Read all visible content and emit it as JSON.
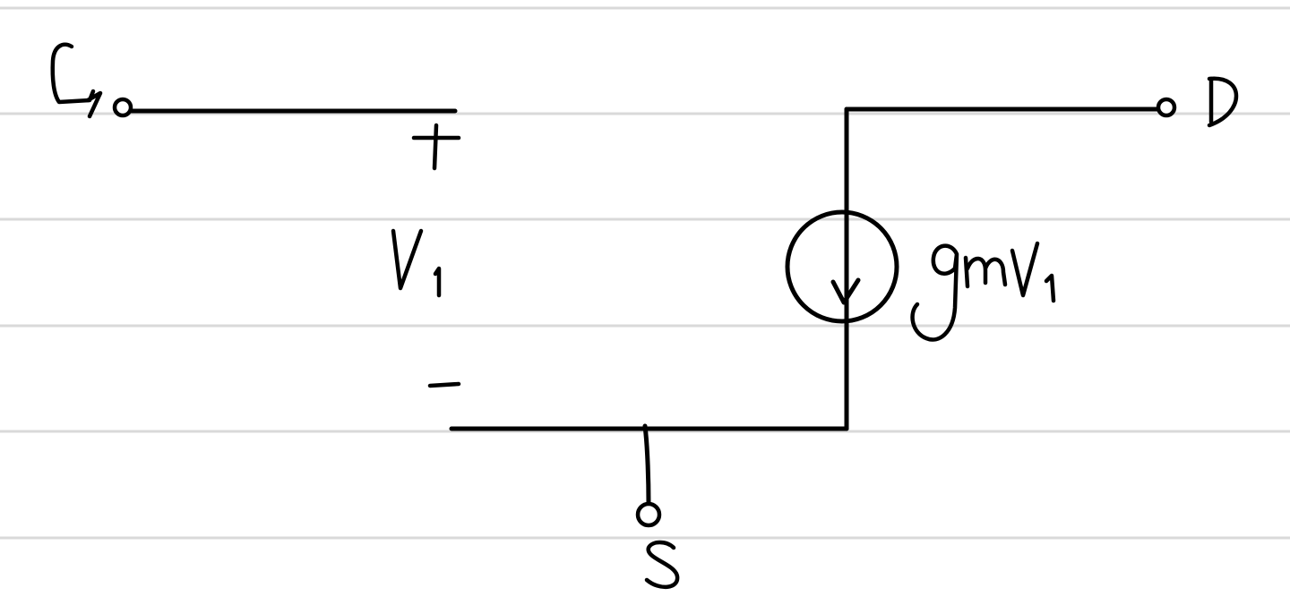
{
  "colors": {
    "ink": "#000000",
    "paper": "#ffffff",
    "ruled_line": "#d9d9d9"
  },
  "labels": {
    "gate": "G",
    "drain": "D",
    "source": "S",
    "voltage": "V1",
    "voltage_plus": "+",
    "voltage_minus": "−",
    "current_source": "gmV1"
  },
  "icons": {
    "current_source": "dependent-current-source-icon",
    "current_arrow": "down-arrow-icon"
  }
}
